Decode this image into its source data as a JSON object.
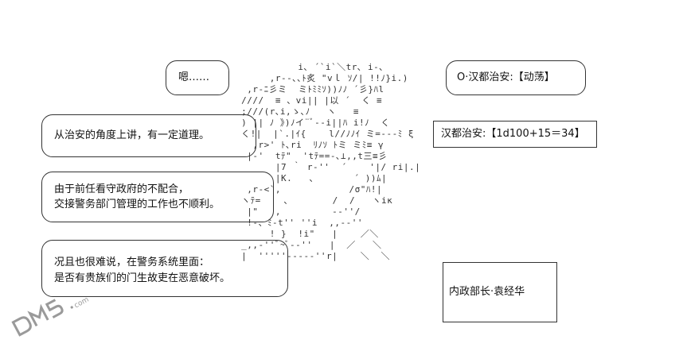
{
  "bubbles": {
    "hmm": "嗯……",
    "authority_state": "O·汉都治安:【动荡】",
    "authority_roll": "汉都治安:【1d100+15＝34】",
    "speech1": "从治安的角度上讲，有一定道理。",
    "speech2_line1": "由于前任看守政府的不配合，",
    "speech2_line2": "交接警务部门管理的工作也不顺利。",
    "speech3_line1": "况且也很难说，在警务系统里面：",
    "speech3_line2": "是否有贵族们的门生故吏在恶意破坏。",
    "speaker_name": "内政部长·袁经华"
  },
  "watermark": {
    "text": "DM5.com"
  },
  "colors": {
    "ink": "#1a1a1a",
    "watermark": "#9a9a9a"
  }
}
